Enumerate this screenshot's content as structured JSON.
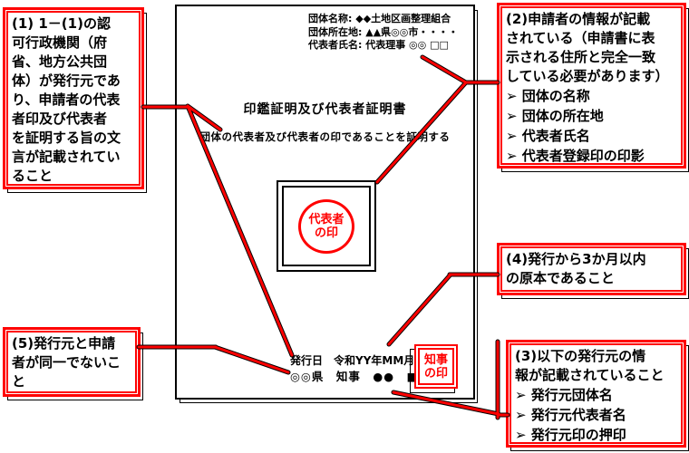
{
  "colors": {
    "accent": "#ff0000",
    "ink": "#000000",
    "background": "#ffffff"
  },
  "callouts": {
    "c1": {
      "text": "(1)  1－(1)の認\n可行政機関（府\n省、地方公共団\n体）が発行元であ\nり、申請者の代表\n者印及び代表者\nを証明する旨の文\n言が記載されてい\nること"
    },
    "c2": {
      "text": "(2)申請者の情報が記載\nされている（申請書に表\n示される住所と完全一致\nしている必要があります）",
      "bullets": [
        "➢ 団体の名称",
        "➢ 団体の所在地",
        "➢ 代表者氏名",
        "➢ 代表者登録印の印影"
      ]
    },
    "c3": {
      "text": "(3)以下の発行元の情\n報が記載されていること",
      "bullets": [
        "➢ 発行元団体名",
        "➢ 発行元代表者名",
        "➢ 発行元印の押印"
      ]
    },
    "c4": {
      "text": "(4)発行から3か月以内\nの原本であること"
    },
    "c5": {
      "text": "(5)発行元と申請\n者が同一でないこ\nと"
    }
  },
  "document": {
    "header_line1": "団体名称: ◆◆土地区画整理組合",
    "header_line2": "団体所在地: ▲▲県◎◎市・・・・",
    "header_line3": "代表者氏名: 代表理事 ◎◎ □□",
    "title": "印鑑証明及び代表者証明書",
    "statement": "団体の代表者及び代表者の印であることを証明する",
    "representative_seal_line1": "代表者",
    "representative_seal_line2": "の印",
    "issue_date_line": "発行日　令和YY年MM月DD日",
    "issuer_line": "◎◎県　知事　●●　■■",
    "governor_seal_line1": "知事",
    "governor_seal_line2": "の印"
  }
}
